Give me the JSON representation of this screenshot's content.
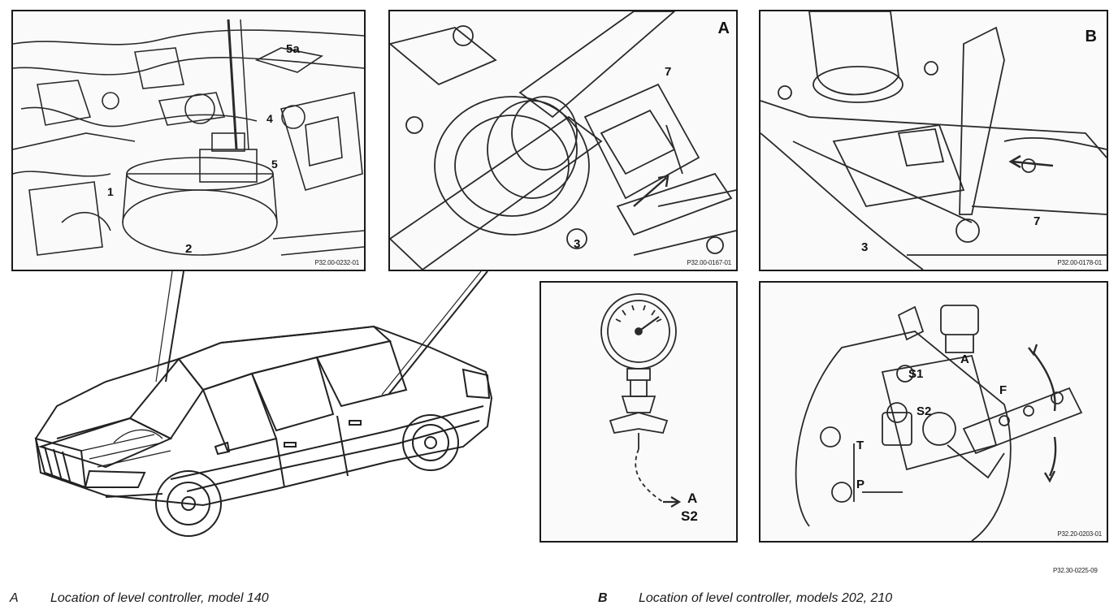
{
  "panels": {
    "p1": {
      "labels": {
        "l2": "2",
        "l5a": "5a",
        "l4": "4",
        "l1": "1",
        "l5": "5"
      },
      "code": "P32.00-0232-01"
    },
    "p2": {
      "corner": "A",
      "labels": {
        "l7": "7",
        "l3": "3"
      },
      "code": "P32.00-0167-01"
    },
    "p3": {
      "corner": "B",
      "labels": {
        "l7": "7",
        "l3": "3"
      },
      "code": "P32.00-0178-01"
    },
    "p4": {
      "labels": {
        "lA": "A",
        "lS2": "S2"
      }
    },
    "p5": {
      "labels": {
        "lS1": "S1",
        "lA": "A",
        "lF": "F",
        "lS2": "S2",
        "lT": "T",
        "lP": "P"
      },
      "code": "P32.20-0203-01"
    }
  },
  "figure_code": "P32.30-0225-09",
  "captions": {
    "a_key": "A",
    "a_text": "Location of level controller, model 140",
    "b_key": "B",
    "b_text": "Location of level controller, models 202, 210"
  }
}
